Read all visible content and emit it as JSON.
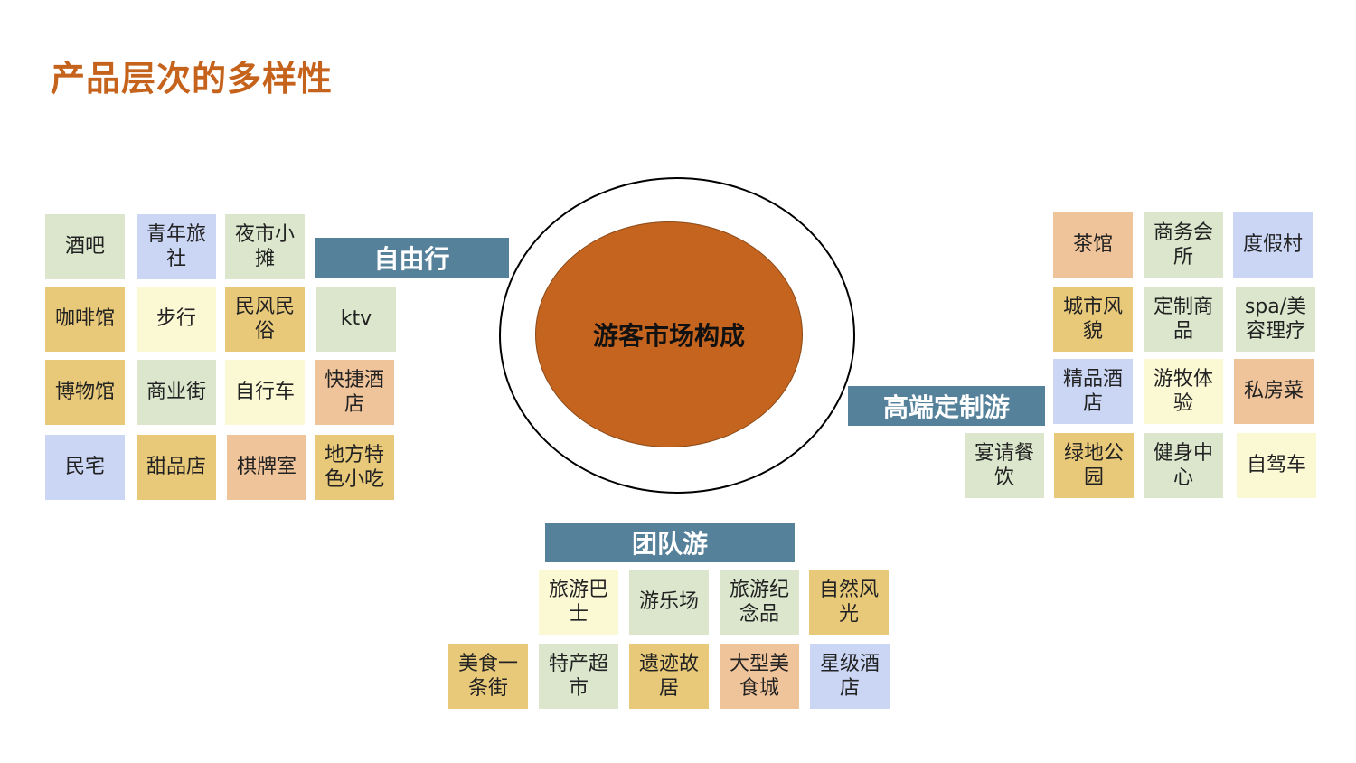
{
  "title": "产品层次的多样性",
  "center": {
    "label": "游客市场构成"
  },
  "categories": {
    "self_guided": "自由行",
    "high_end": "高端定制游",
    "group": "团队游"
  },
  "left_tiles": [
    "酒吧",
    "青年旅社",
    "夜市小摊",
    "咖啡馆",
    "步行",
    "民风民俗",
    "ktv",
    "博物馆",
    "商业街",
    "自行车",
    "快捷酒店",
    "民宅",
    "甜品店",
    "棋牌室",
    "地方特色小吃"
  ],
  "right_tiles": [
    "茶馆",
    "商务会所",
    "度假村",
    "城市风貌",
    "定制商品",
    "spa/美容理疗",
    "精品酒店",
    "游牧体验",
    "私房菜",
    "宴请餐饮",
    "绿地公园",
    "健身中心",
    "自驾车"
  ],
  "bottom_tiles": [
    "旅游巴士",
    "游乐场",
    "旅游纪念品",
    "自然风光",
    "美食一条街",
    "特产超市",
    "遗迹故居",
    "大型美食城",
    "星级酒店"
  ],
  "colors": {
    "title": "#c5631c",
    "center_fill": "#c5641f",
    "category_bar": "#55819a",
    "green": "#dbe6cc",
    "blue": "#cbd6f5",
    "gold": "#e8c97a",
    "cream": "#fbf8d4",
    "peach": "#f0c49a"
  }
}
